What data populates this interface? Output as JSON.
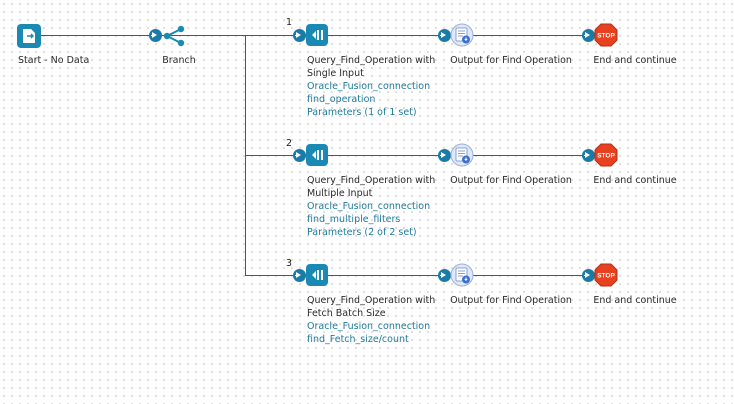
{
  "flow": {
    "start": {
      "label": "Start - No Data",
      "icon": "start-icon"
    },
    "branch": {
      "label": "Branch",
      "icon": "branch-icon"
    },
    "paths": [
      {
        "index": "1",
        "query_label_line1": "Query_Find_Operation with",
        "query_label_line2": "Single Input",
        "connection": "Oracle_Fusion_connection",
        "operation": "find_operation",
        "parameters": "Parameters (1 of 1 set)",
        "output_label": "Output for Find Operation",
        "end_label": "End and continue"
      },
      {
        "index": "2",
        "query_label_line1": "Query_Find_Operation with",
        "query_label_line2": "Multiple Input",
        "connection": "Oracle_Fusion_connection",
        "operation": "find_multiple_filters",
        "parameters": "Parameters (2 of 2 set)",
        "output_label": "Output for Find Operation",
        "end_label": "End and continue"
      },
      {
        "index": "3",
        "query_label_line1": "Query_Find_Operation with",
        "query_label_line2": "Fetch Batch Size",
        "connection": "Oracle_Fusion_connection",
        "operation": "find_Fetch_size/count",
        "output_label": "Output for Find Operation",
        "end_label": "End and continue"
      }
    ],
    "colors": {
      "accent": "#1a8ab5",
      "stop": "#e8411f",
      "output": "#6a8fd6"
    }
  }
}
